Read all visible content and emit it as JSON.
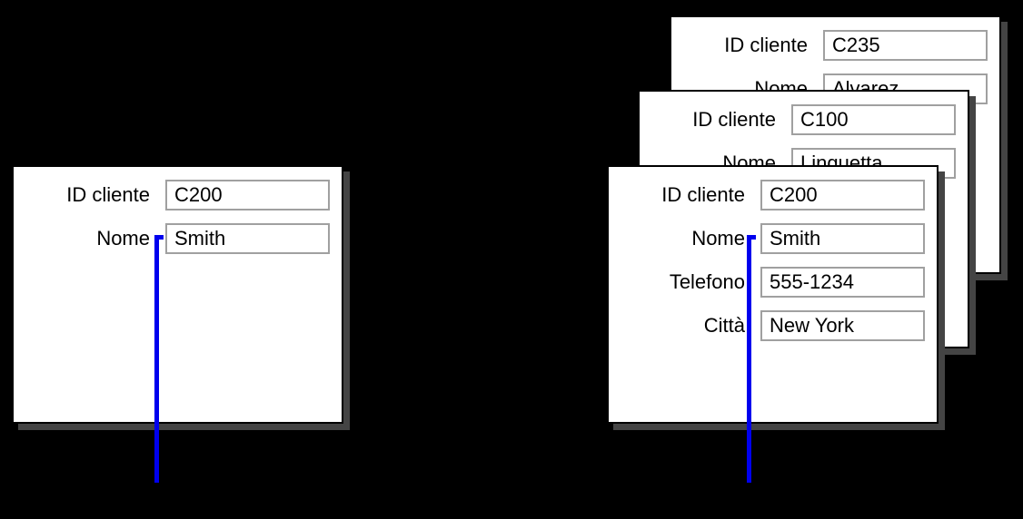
{
  "colors": {
    "background": "#000000",
    "card_fill": "#ffffff",
    "card_border": "#000000",
    "card_shadow": "#444444",
    "input_border": "#a0a0a0",
    "connector_blue": "#0000ee"
  },
  "left_card": {
    "fields": [
      {
        "label": "ID cliente",
        "value": "C200"
      },
      {
        "label": "Nome",
        "value": "Smith"
      }
    ]
  },
  "stack": {
    "back_card": {
      "fields": [
        {
          "label": "ID cliente",
          "value": "C235"
        },
        {
          "label": "Nome",
          "value": "Alvarez"
        }
      ]
    },
    "middle_card": {
      "fields": [
        {
          "label": "ID cliente",
          "value": "C100"
        },
        {
          "label": "Nome",
          "value": "Linguetta"
        }
      ]
    },
    "front_card": {
      "fields": [
        {
          "label": "ID cliente",
          "value": "C200"
        },
        {
          "label": "Nome",
          "value": "Smith"
        },
        {
          "label": "Telefono",
          "value": "555-1234"
        },
        {
          "label": "Città",
          "value": "New York"
        }
      ]
    }
  }
}
